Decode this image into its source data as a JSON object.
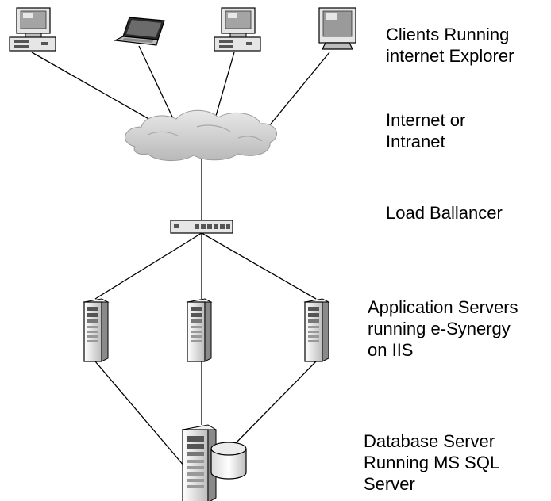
{
  "labels": {
    "clients": [
      "Clients Running",
      "internet Explorer"
    ],
    "network": [
      "Internet or",
      "Intranet"
    ],
    "load_balancer": [
      "Load Ballancer"
    ],
    "app_servers": [
      "Application Servers",
      "running e-Synergy",
      "on IIS"
    ],
    "db_server": [
      "Database Server",
      "Running MS SQL",
      "Server"
    ]
  },
  "colors": {
    "line": "#000000",
    "cloud": "#cfcfcf",
    "device_light": "#e6e6e6",
    "device_mid": "#bdbdbd",
    "device_dark": "#555555",
    "screen": "#9a9a9a"
  },
  "icons": {
    "client_1": "desktop-computer-icon",
    "client_2": "laptop-icon",
    "client_3": "desktop-computer-icon",
    "client_4": "monitor-icon",
    "network": "cloud-icon",
    "load_balancer": "network-switch-icon",
    "app_server": "tower-server-icon",
    "database": "database-cylinder-icon"
  }
}
